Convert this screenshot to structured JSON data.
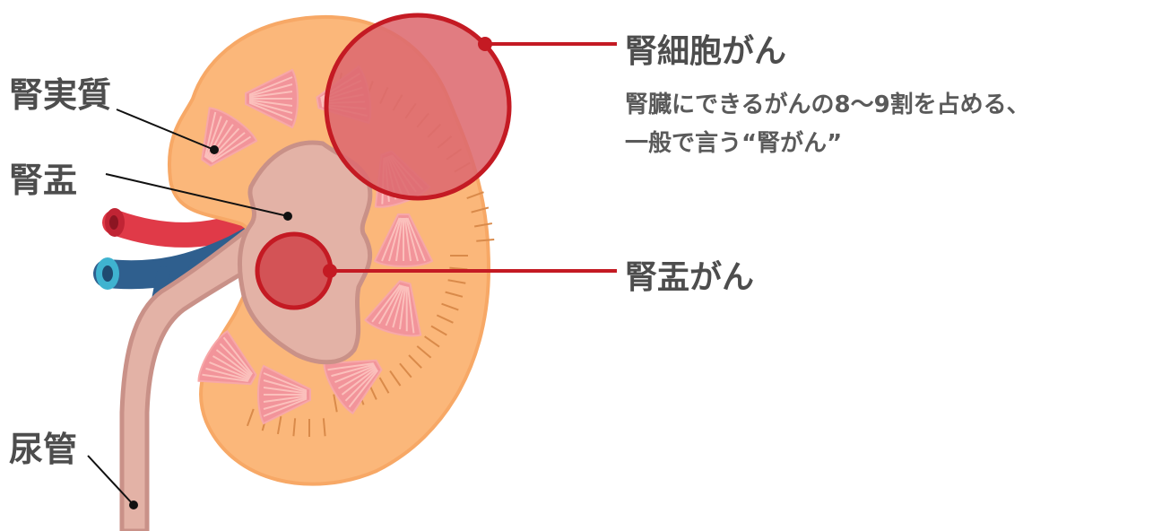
{
  "labels": {
    "parenchyma": "腎実質",
    "pelvis": "腎盂",
    "ureter": "尿管"
  },
  "cancers": {
    "renal_cell": {
      "title": "腎細胞がん",
      "description_line1": "腎臓にできるがんの8〜9割を占める、",
      "description_line2": "一般で言う“腎がん”"
    },
    "renal_pelvis": {
      "title": "腎盂がん"
    }
  },
  "colors": {
    "cortex": "#fbb77a",
    "pyramid": "#f2949a",
    "pelvis": "#e3b2a6",
    "pelvis_outline": "#c99188",
    "artery": "#e03a48",
    "vein": "#2f5f8e",
    "vein_lumen": "#3fb3d0",
    "tumor_large": "#dd6a70",
    "tumor_small": "#d0484e",
    "tumor_outline": "#c41a23",
    "leader": "#111111"
  }
}
